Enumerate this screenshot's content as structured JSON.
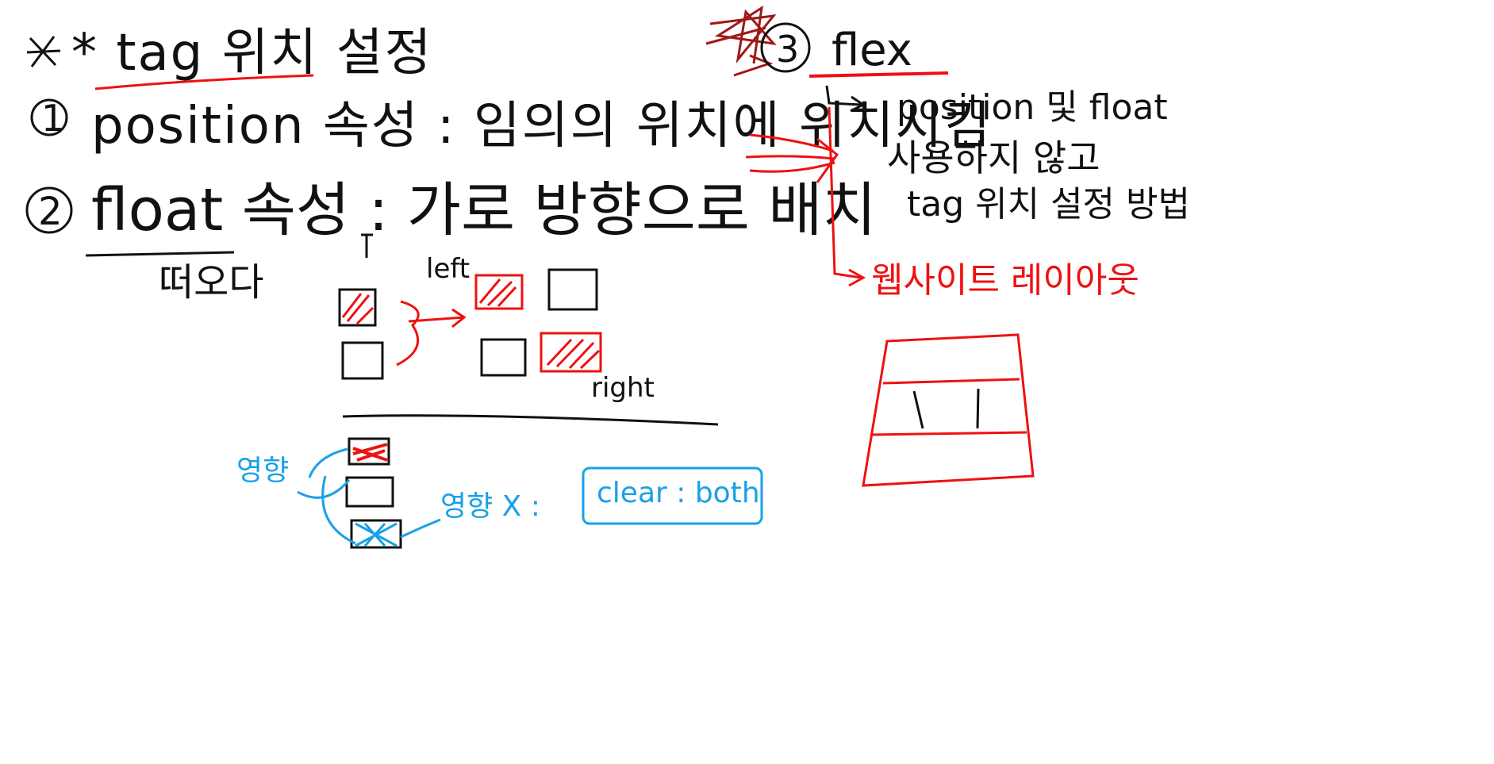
{
  "notes": {
    "title": "* tag 위치 설정",
    "item1": {
      "number": "1",
      "label": "position 속성 : 임의의 위치에 위치시킴"
    },
    "item2": {
      "number": "2",
      "label": "float 속성 : 가로 방향으로 배치",
      "sub": "떠오다"
    },
    "item3": {
      "number": "3",
      "label": "flex"
    },
    "flex_note_1": "position 및 float",
    "flex_note_2": "사용하지 않고",
    "flex_note_3": "tag 위치 설정 방법",
    "flex_note_4": "웹사이트 레이아웃",
    "float_left_label": "left",
    "float_right_label": "right",
    "affect_label": "영향",
    "no_affect_label": "영향 X :",
    "clear_label": "clear : both"
  },
  "colors": {
    "ink": "#111111",
    "red": "#e11111",
    "dark_red": "#a01818",
    "blue": "#19a1e6"
  }
}
